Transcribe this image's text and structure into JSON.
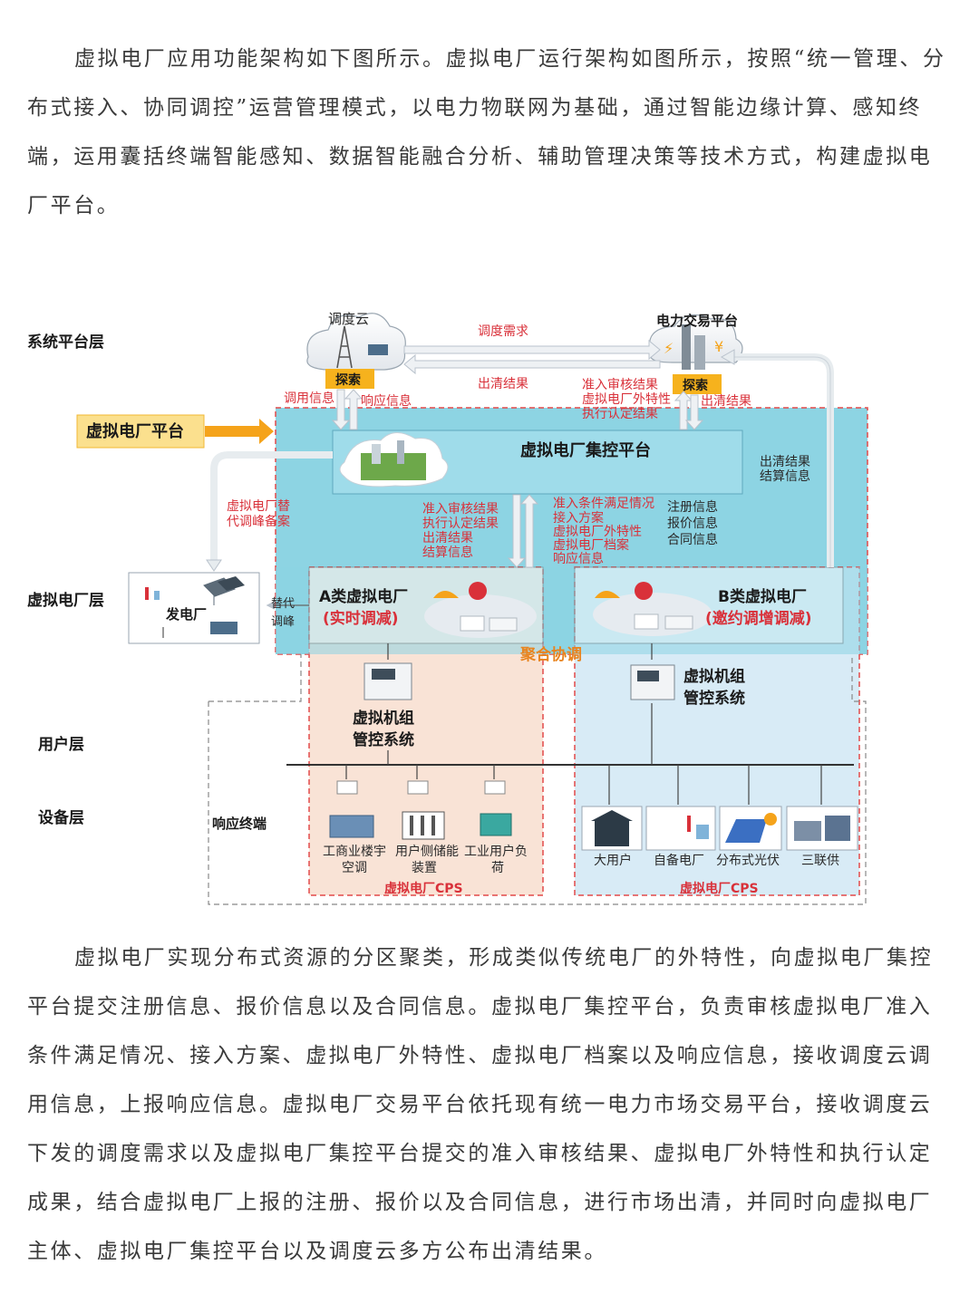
{
  "paragraph1": "虚拟电厂应用功能架构如下图所示。虚拟电厂运行架构如图所示，按照“统一管理、分布式接入、协同调控”运营管理模式，以电力物联网为基础，通过智能边缘计算、感知终端，运用囊括终端智能感知、数据智能融合分析、辅助管理决策等技术方式，构建虚拟电厂平台。",
  "paragraph2": "虚拟电厂实现分布式资源的分区聚类，形成类似传统电厂的外特性，向虚拟电厂集控平台提交注册信息、报价信息以及合同信息。虚拟电厂集控平台，负责审核虚拟电厂准入条件满足情况、接入方案、虚拟电厂外特性、虚拟电厂档案以及响应信息，接收调度云调用信息，上报响应信息。虚拟电厂交易平台依托现有统一电力市场交易平台，接收调度云下发的调度需求以及虚拟电厂集控平台提交的准入审核结果、虚拟电厂外特性和执行认定成果，结合虚拟电厂上报的注册、报价以及合同信息，进行市场出清，并同时向虚拟电厂主体、虚拟电厂集控平台以及调度云多方公布出清结果。",
  "diagram": {
    "layers": {
      "system": "系统平台层",
      "vpp": "虚拟电厂层",
      "user": "用户层",
      "device": "设备层"
    },
    "dispatch_cloud": "调度云",
    "trade_platform": "电力交易平台",
    "explore_left": "探索",
    "explore_right": "探索",
    "dispatch_demand": "调度需求",
    "clearing_result_mid": "出清结果",
    "call_info": "调用信息",
    "response_info": "响应信息",
    "trade_labels": [
      "准入审核结果",
      "虚拟电厂外特性",
      "执行认定结果"
    ],
    "clearing_result_right": "出清结果",
    "vpp_platform": "虚拟电厂平台",
    "central_platform": "虚拟电厂集控平台",
    "right_info": [
      "出清结果",
      "结算信息"
    ],
    "left_backup": [
      "虚拟电厂替",
      "代调峰备案"
    ],
    "down_labels": [
      "准入审核结果",
      "执行认定结果",
      "出清结果",
      "结算信息"
    ],
    "up_labels": [
      "准入条件满足情况",
      "接入方案",
      "虚拟电厂外特性",
      "虚拟电厂档案",
      "响应信息"
    ],
    "reg_labels": [
      "注册信息",
      "报价信息",
      "合同信息"
    ],
    "power_plant": "发电厂",
    "replace_peak": [
      "替代",
      "调峰"
    ],
    "vpp_a_title": "A类虚拟电厂",
    "vpp_a_sub": "(实时调减)",
    "vpp_b_title": "B类虚拟电厂",
    "vpp_b_sub": "(邀约调增调减)",
    "aggregate": "聚合协调",
    "unit_sys_a": [
      "虚拟机组",
      "管控系统"
    ],
    "unit_sys_b": [
      "虚拟机组",
      "管控系统"
    ],
    "response_terminal": "响应终端",
    "devices_a": [
      {
        "l1": "工商业楼宇",
        "l2": "空调"
      },
      {
        "l1": "用户侧储能",
        "l2": "装置"
      },
      {
        "l1": "工业用户负",
        "l2": "荷"
      }
    ],
    "devices_b": [
      "大用户",
      "自备电厂",
      "分布式光伏",
      "三联供"
    ],
    "cps_a": "虚拟电厂CPS",
    "cps_b": "虚拟电厂CPS",
    "colors": {
      "cyan": "#8dd4e3",
      "orange_panel": "#f9e3d6",
      "blue_panel": "#d8ebf6",
      "red": "#d9313a",
      "arrow_orange": "#f5a31a",
      "badge": "#f6b21d"
    }
  }
}
